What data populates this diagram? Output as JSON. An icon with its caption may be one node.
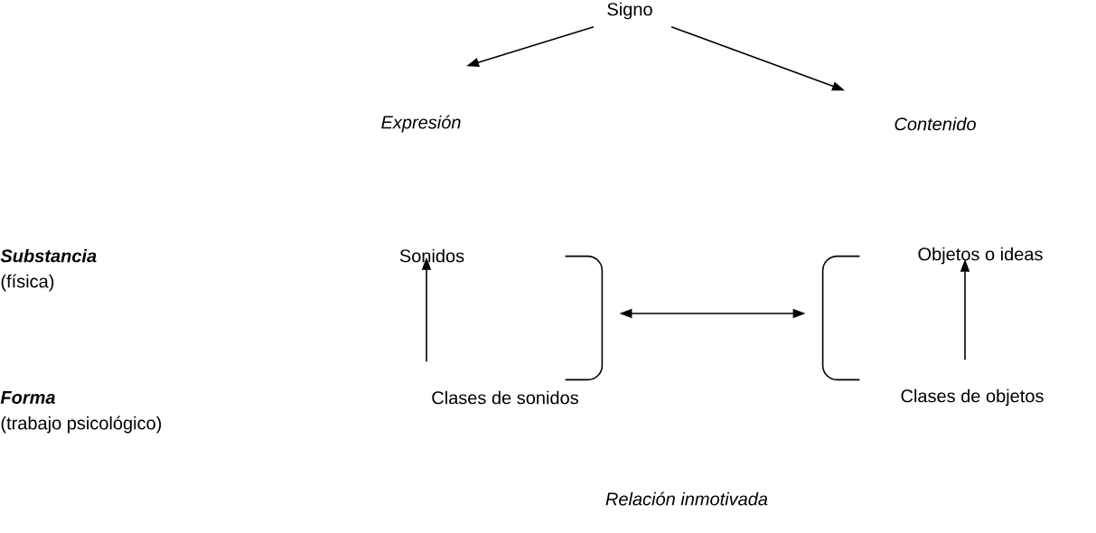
{
  "diagram": {
    "nodes": [
      {
        "text": [
          "Signo"
        ]
      },
      {
        "text": [
          "Expresión"
        ]
      },
      {
        "text": [
          "Contenido"
        ]
      },
      {
        "text": [
          "Sonidos"
        ]
      },
      {
        "text": [
          "Objetos o ideas"
        ]
      },
      {
        "text": [
          "Clases de sonidos"
        ]
      },
      {
        "text": [
          "Clases de objetos"
        ]
      },
      {
        "text": [],
        "shape": "bracket"
      },
      {
        "text": [],
        "shape": "bracket"
      }
    ],
    "edges": [
      {
        "from": 0,
        "to": 1,
        "arrow": "to"
      },
      {
        "from": 0,
        "to": 2,
        "arrow": "to"
      },
      {
        "from": 5,
        "to": 3,
        "arrow": "to"
      },
      {
        "from": 6,
        "to": 4,
        "arrow": "to"
      },
      {
        "from": 7,
        "to": 8,
        "arrow": "both"
      }
    ],
    "labels": [
      "Substancia",
      "(física)",
      "Forma",
      "(trabajo psicológico)",
      "Relación inmotivada"
    ]
  }
}
